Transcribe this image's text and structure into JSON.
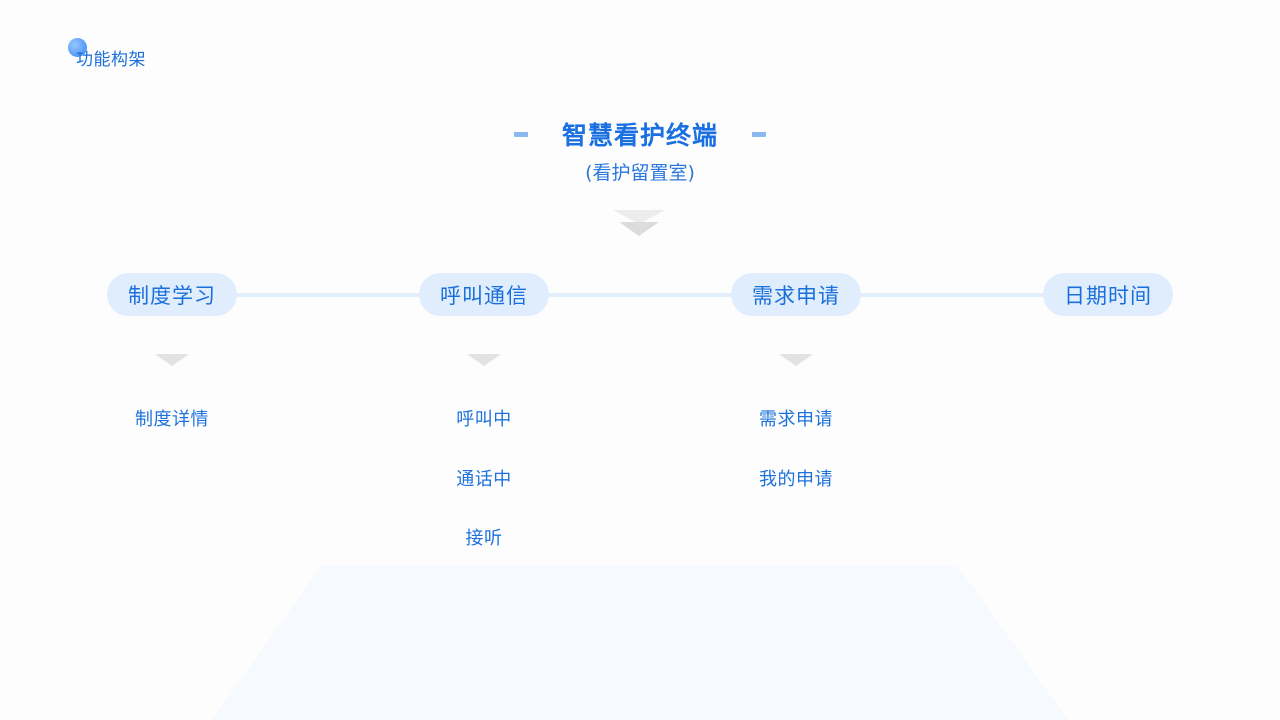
{
  "page": {
    "heading": "功能构架"
  },
  "root": {
    "title": "智慧看护终端",
    "subtitle": "(看护留置室)"
  },
  "modules": [
    {
      "label": "制度学习",
      "children": [
        "制度详情"
      ]
    },
    {
      "label": "呼叫通信",
      "children": [
        "呼叫中",
        "通话中",
        "接听"
      ]
    },
    {
      "label": "需求申请",
      "children": [
        "需求申请",
        "我的申请"
      ]
    },
    {
      "label": "日期时间",
      "children": []
    }
  ],
  "colors": {
    "primary": "#1a70e0",
    "node_bg": "#dfedfd",
    "connector": "#e3eefb",
    "chevron": "#e2e2e4",
    "platform": "#f5f8fd"
  }
}
